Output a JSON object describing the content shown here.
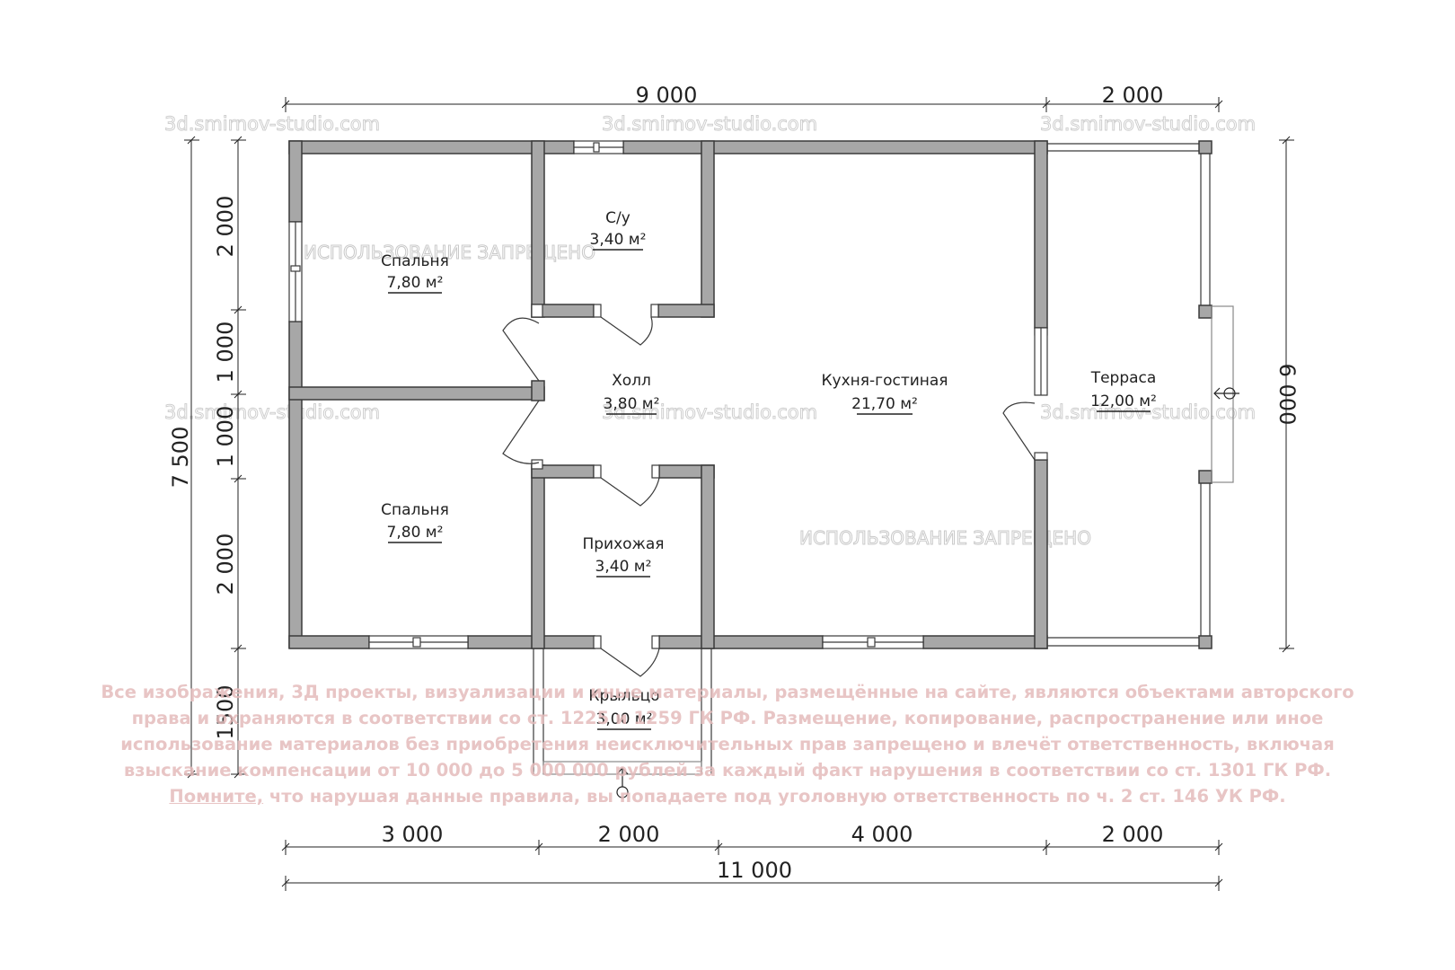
{
  "dimensions": {
    "top": [
      "9 000",
      "2 000"
    ],
    "left": [
      "2 000",
      "1 000",
      "1 000",
      "2 000",
      "1500"
    ],
    "left_total": "7 500",
    "right": "6 000",
    "bottom": [
      "3 000",
      "2 000",
      "4 000",
      "2 000"
    ],
    "bottom_total": "11 000"
  },
  "rooms": [
    {
      "name": "Спальня",
      "area": "7,80 м²"
    },
    {
      "name": "С/у",
      "area": "3,40 м²"
    },
    {
      "name": "Холл",
      "area": "3,80 м²"
    },
    {
      "name": "Кухня-гостиная",
      "area": "21,70 м²"
    },
    {
      "name": "Терраса",
      "area": "12,00 м²"
    },
    {
      "name": "Спальня",
      "area": "7,80 м²"
    },
    {
      "name": "Прихожая",
      "area": "3,40 м²"
    },
    {
      "name": "Крыльцо",
      "area": "3,00 м²"
    }
  ],
  "watermarks": {
    "site": "3d.smirnov-studio.com",
    "forbidden": "ИСПОЛЬЗОВАНИЕ ЗАПРЕЩЕНО"
  },
  "copyright": {
    "line1": "Все изображения, 3Д проекты, визуализации и иные материалы, размещённые на сайте, являются объектами авторского",
    "line2": "права и охраняются в соответствии со ст. 1225 и 1259 ГК РФ. Размещение, копирование, распространение или иное",
    "line3": "использование материалов без приобретения неисключительных прав запрещено и влечёт ответственность, включая",
    "line4": "взыскание компенсации от 10 000 до 5 000 000 рублей за каждый факт нарушения в соответствии со ст. 1301 ГК РФ.",
    "line5_lead": "Помните,",
    "line5_rest": " что нарушая данные правила, вы попадаете под уголовную ответственность по ч. 2 ст. 146 УК РФ."
  },
  "colors": {
    "wall": "#a7a7a7",
    "outline": "#3a3a3a",
    "copyright": "#e4bcbc"
  }
}
